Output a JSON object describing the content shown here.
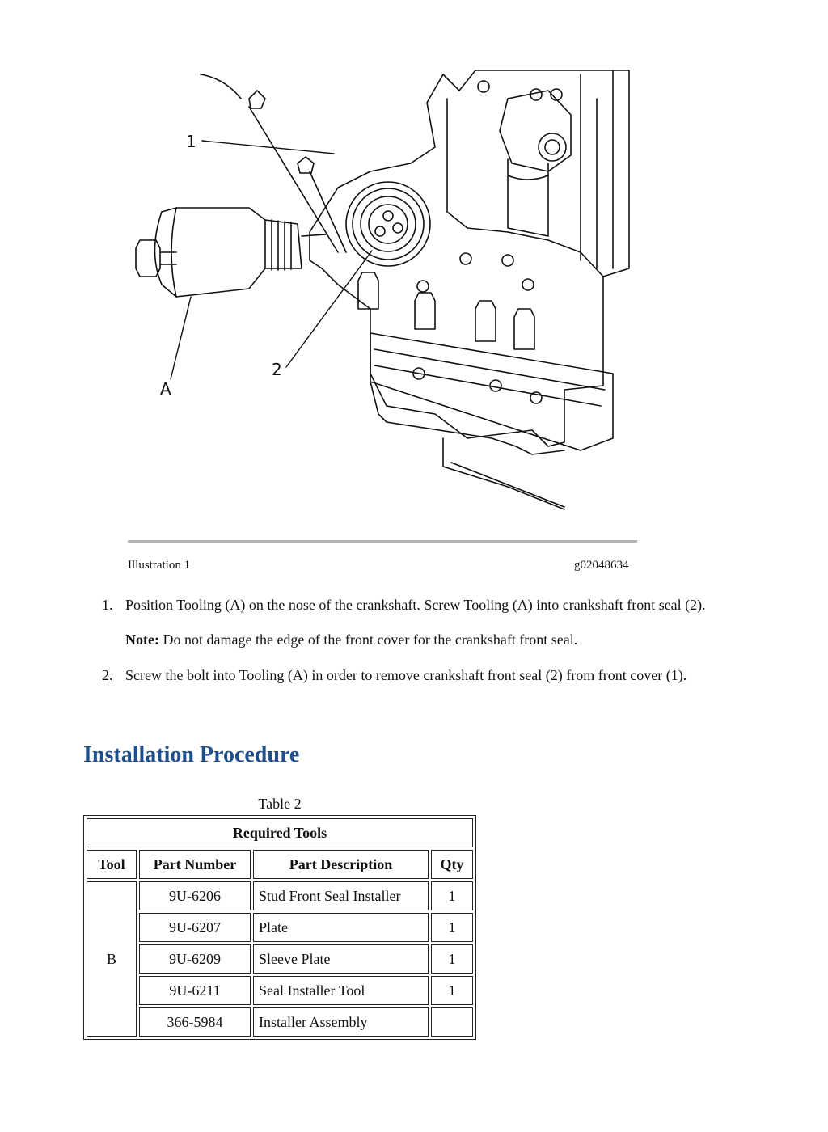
{
  "figure": {
    "callouts": [
      "1",
      "2",
      "A"
    ],
    "caption_left": "Illustration 1",
    "caption_right": "g02048634"
  },
  "steps": [
    {
      "num": "1.",
      "text": "Position Tooling (A) on the nose of the crankshaft. Screw Tooling (A) into crankshaft front seal (2)."
    },
    {
      "num": "2.",
      "text": "Screw the bolt into Tooling (A) in order to remove crankshaft front seal (2) from front cover (1)."
    }
  ],
  "note": {
    "label": "Note:",
    "text": " Do not damage the edge of the front cover for the crankshaft front seal."
  },
  "section_title": "Installation Procedure",
  "table": {
    "caption": "Table 2",
    "title": "Required Tools",
    "headers": [
      "Tool",
      "Part Number",
      "Part Description",
      "Qty"
    ],
    "tool": "B",
    "rows": [
      {
        "part": "9U-6206",
        "desc": "Stud Front Seal Installer",
        "qty": "1"
      },
      {
        "part": "9U-6207",
        "desc": "Plate",
        "qty": "1"
      },
      {
        "part": "9U-6209",
        "desc": "Sleeve Plate",
        "qty": "1"
      },
      {
        "part": "9U-6211",
        "desc": "Seal Installer Tool",
        "qty": "1"
      },
      {
        "part": "366-5984",
        "desc": "Installer Assembly",
        "qty": ""
      }
    ]
  }
}
